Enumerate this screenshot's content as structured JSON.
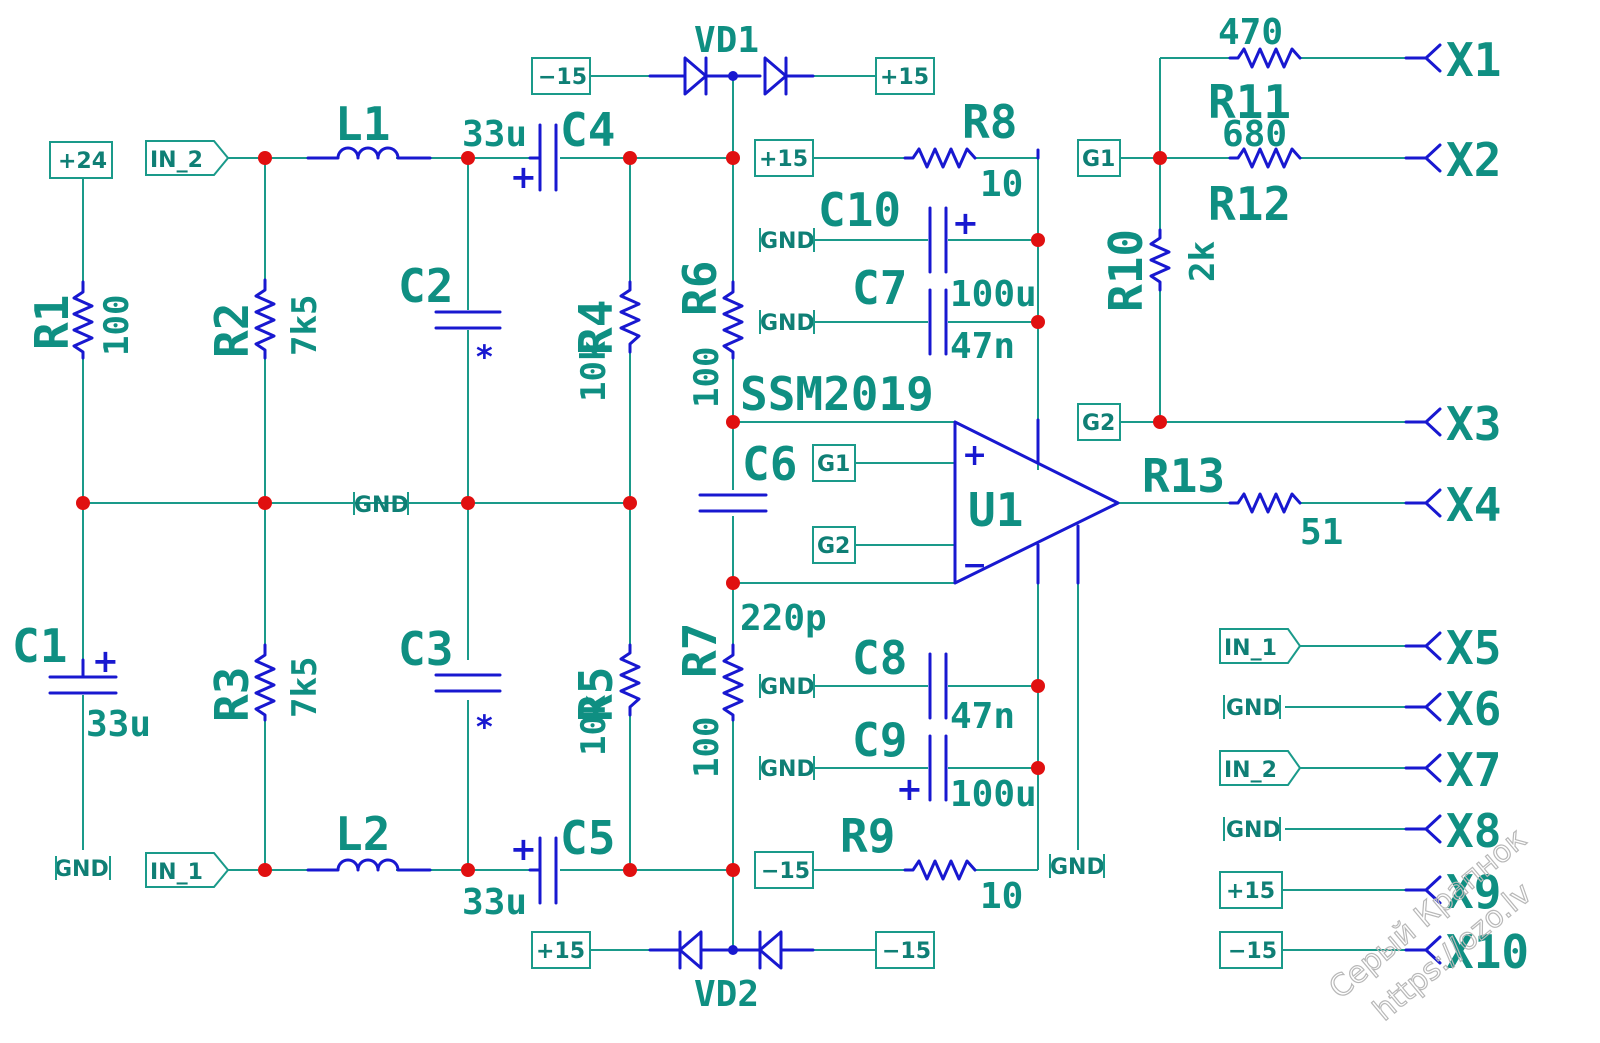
{
  "ports": {
    "p24": "+24",
    "in2": "IN_2",
    "in1": "IN_1",
    "gnd": "GND",
    "m15": "−15",
    "p15": "+15",
    "g1": "G1",
    "g2": "G2"
  },
  "components": {
    "R1": {
      "ref": "R1",
      "value": "100"
    },
    "R2": {
      "ref": "R2",
      "value": "7k5"
    },
    "R3": {
      "ref": "R3",
      "value": "7k5"
    },
    "R4": {
      "ref": "R4",
      "value": "10k"
    },
    "R5": {
      "ref": "R5",
      "value": "10k"
    },
    "R6": {
      "ref": "R6",
      "value": "100"
    },
    "R7": {
      "ref": "R7",
      "value": "100"
    },
    "R8": {
      "ref": "R8",
      "value": "10"
    },
    "R9": {
      "ref": "R9",
      "value": "10"
    },
    "R10": {
      "ref": "R10",
      "value": "2k"
    },
    "R11": {
      "ref": "R11",
      "value": "470"
    },
    "R12": {
      "ref": "R12",
      "value": "680"
    },
    "R13": {
      "ref": "R13",
      "value": "51"
    },
    "C1": {
      "ref": "C1",
      "value": "33u"
    },
    "C2": {
      "ref": "C2",
      "value": "*"
    },
    "C3": {
      "ref": "C3",
      "value": "*"
    },
    "C4": {
      "ref": "C4",
      "value": "33u"
    },
    "C5": {
      "ref": "C5",
      "value": "33u"
    },
    "C6": {
      "ref": "C6",
      "value": "220p"
    },
    "C7": {
      "ref": "C7",
      "value": "47n"
    },
    "C8": {
      "ref": "C8",
      "value": "47n"
    },
    "C9": {
      "ref": "C9",
      "value": "100u"
    },
    "C10": {
      "ref": "C10",
      "value": "100u"
    },
    "L1": {
      "ref": "L1"
    },
    "L2": {
      "ref": "L2"
    },
    "VD1": {
      "ref": "VD1"
    },
    "VD2": {
      "ref": "VD2"
    },
    "U1": {
      "ref": "U1",
      "part": "SSM2019"
    }
  },
  "connectors": [
    "X1",
    "X2",
    "X3",
    "X4",
    "X5",
    "X6",
    "X7",
    "X8",
    "X9",
    "X10"
  ],
  "polarity": {
    "plus": "+",
    "minus": "−"
  },
  "watermark": {
    "line1": "Серый Крапнок",
    "line2": "https://ozo.lv"
  },
  "colors": {
    "wire": "#1a9a8a",
    "component": "#1818d0",
    "junction": "#e01010",
    "text": "#0f8f82"
  }
}
